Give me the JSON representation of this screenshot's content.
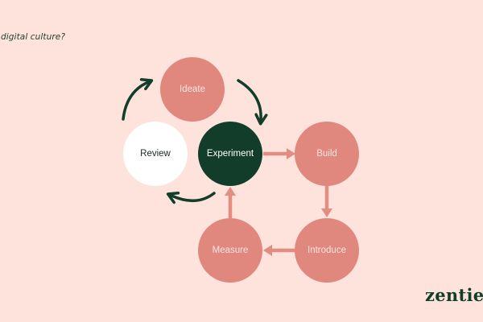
{
  "heading": "s digital culture?",
  "logo": "zentie",
  "colors": {
    "background": "#FDE3DB",
    "node_pink": "#E0877E",
    "node_dark": "#123D2A",
    "node_white": "#FFFFFF",
    "arrow_pink": "#E38C82",
    "arrow_dark": "#123D2A",
    "label_light": "#FBE4DE",
    "label_dark": "#1E2A24"
  },
  "diagram": {
    "nodes": {
      "ideate": "Ideate",
      "review": "Review",
      "experiment": "Experiment",
      "build": "Build",
      "introduce": "Introduce",
      "measure": "Measure"
    }
  }
}
